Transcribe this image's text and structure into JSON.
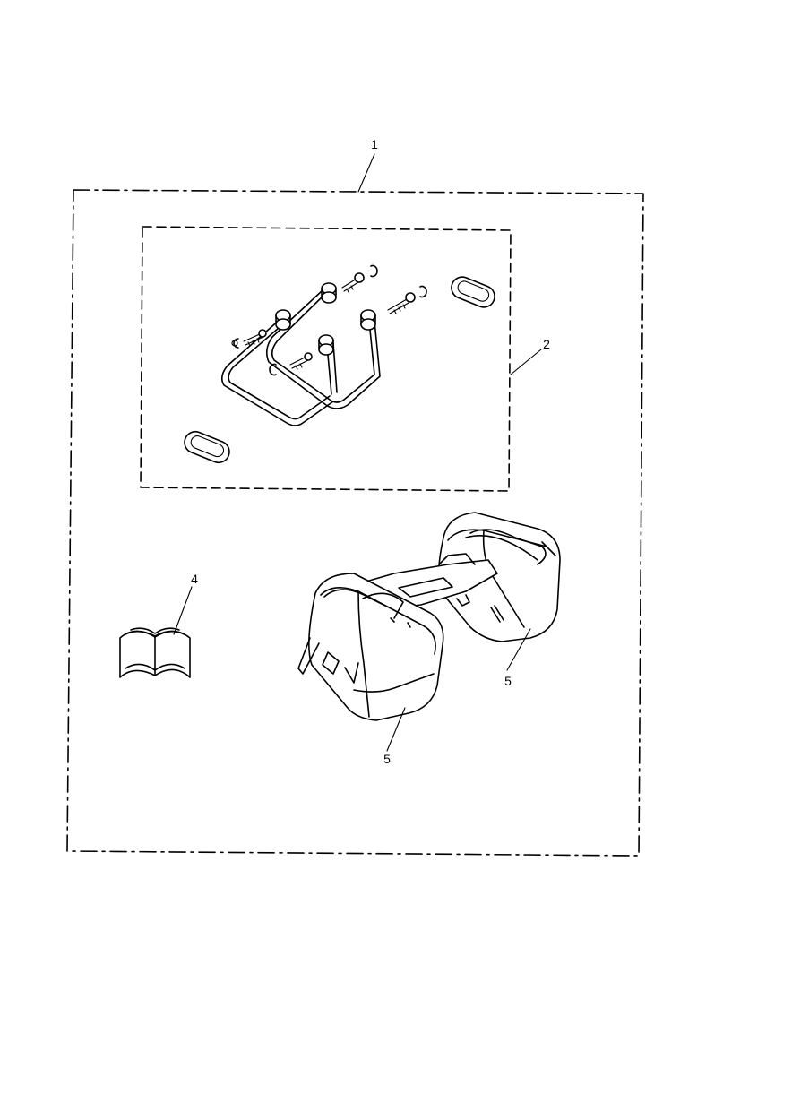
{
  "callouts": [
    {
      "id": "c1",
      "label": "1"
    },
    {
      "id": "c2",
      "label": "2"
    },
    {
      "id": "c4",
      "label": "4"
    },
    {
      "id": "c5a",
      "label": "5"
    },
    {
      "id": "c5b",
      "label": "5"
    }
  ]
}
